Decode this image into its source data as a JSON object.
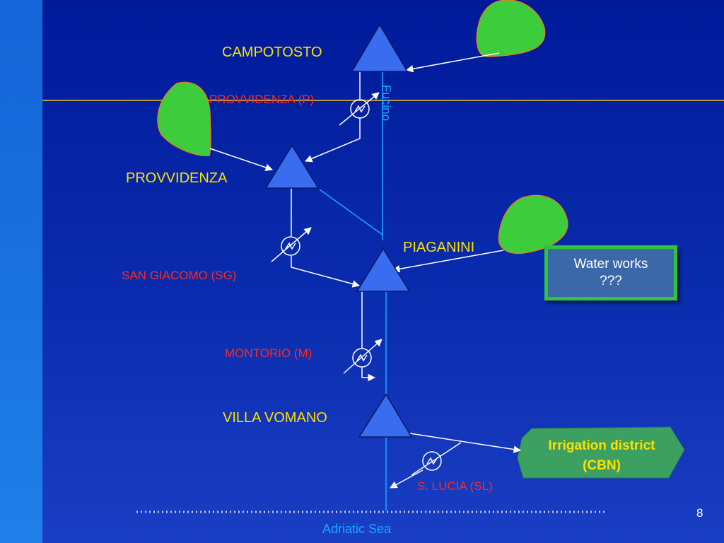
{
  "stations": {
    "campotosto": "CAMPOTOSTO",
    "provvidenza": "PROVVIDENZA",
    "piaganini": "PIAGANINI",
    "villa_vomano": "VILLA VOMANO"
  },
  "plants": {
    "provvidenza_p": "PROVVIDENZA (P)",
    "san_giacomo": "SAN GIACOMO (SG)",
    "montorio": "MONTORIO (M)",
    "s_lucia": "S. LUCIA (SL)"
  },
  "river_label": "Fucino",
  "sea_label": "Adriatic Sea",
  "water_works": {
    "line1": "Water works",
    "line2": "???"
  },
  "irrigation": {
    "line1": "Irrigation district",
    "line2": "(CBN)"
  },
  "page_number": "8",
  "colors": {
    "background": "#0a2cae",
    "station_label": "#ffe100",
    "plant_label": "#ff2a1a",
    "river": "#18a8ff",
    "reservoir": "#3a6cf0",
    "catchment": "#3ccc3c",
    "irrigation_fill": "#3ca060"
  },
  "icons": {
    "reservoir": "triangle-reservoir-icon",
    "power_plant": "turbine-icon",
    "catchment": "green-blob-icon"
  }
}
